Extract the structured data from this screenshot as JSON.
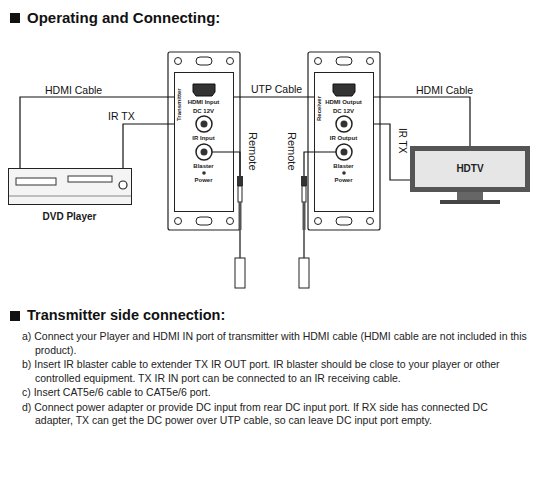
{
  "diagram": {
    "title": "Operating and Connecting:",
    "nodes": [
      {
        "text": [
          "DVD Player"
        ]
      },
      {
        "text": [
          "Transmitter",
          "HDMI Input",
          "DC 12V",
          "IR Input",
          "Blaster",
          "Power"
        ]
      },
      {
        "text": [
          "Receiver",
          "HDMI Output",
          "DC 12V",
          "IR Output",
          "Blaster",
          "Power"
        ]
      },
      {
        "text": [
          "HDTV"
        ]
      }
    ],
    "edges": [
      {
        "from": 0,
        "to": 1,
        "label": "HDMI Cable",
        "arrow": "none"
      },
      {
        "from": 1,
        "to": 2,
        "label": "UTP Cable",
        "arrow": "none"
      },
      {
        "from": 2,
        "to": 3,
        "label": "HDMI Cable",
        "arrow": "none"
      },
      {
        "from": 1,
        "to": 0,
        "label": "IR TX",
        "arrow": "none"
      },
      {
        "from": 2,
        "to": 3,
        "label": "IR TX",
        "arrow": "none"
      }
    ],
    "labels": [
      "Transmitter side connection:",
      "a) Connect your Player and HDMI IN port of transmitter with HDMI cable (HDMI cable are not included in this product).",
      "b) Insert IR blaster cable to extender TX IR OUT port. IR blaster should be close to your player or other controlled equipment. TX IR IN port can be connected to an IR receiving cable.",
      "c) Insert CAT5e/6 cable to CAT5e/6 port.",
      "d) Connect power adapter or provide DC input from rear DC input port. If RX side has connected DC adapter, TX can get the DC power over UTP cable, so can leave DC input port empty.",
      "Remote",
      "Remote"
    ]
  }
}
